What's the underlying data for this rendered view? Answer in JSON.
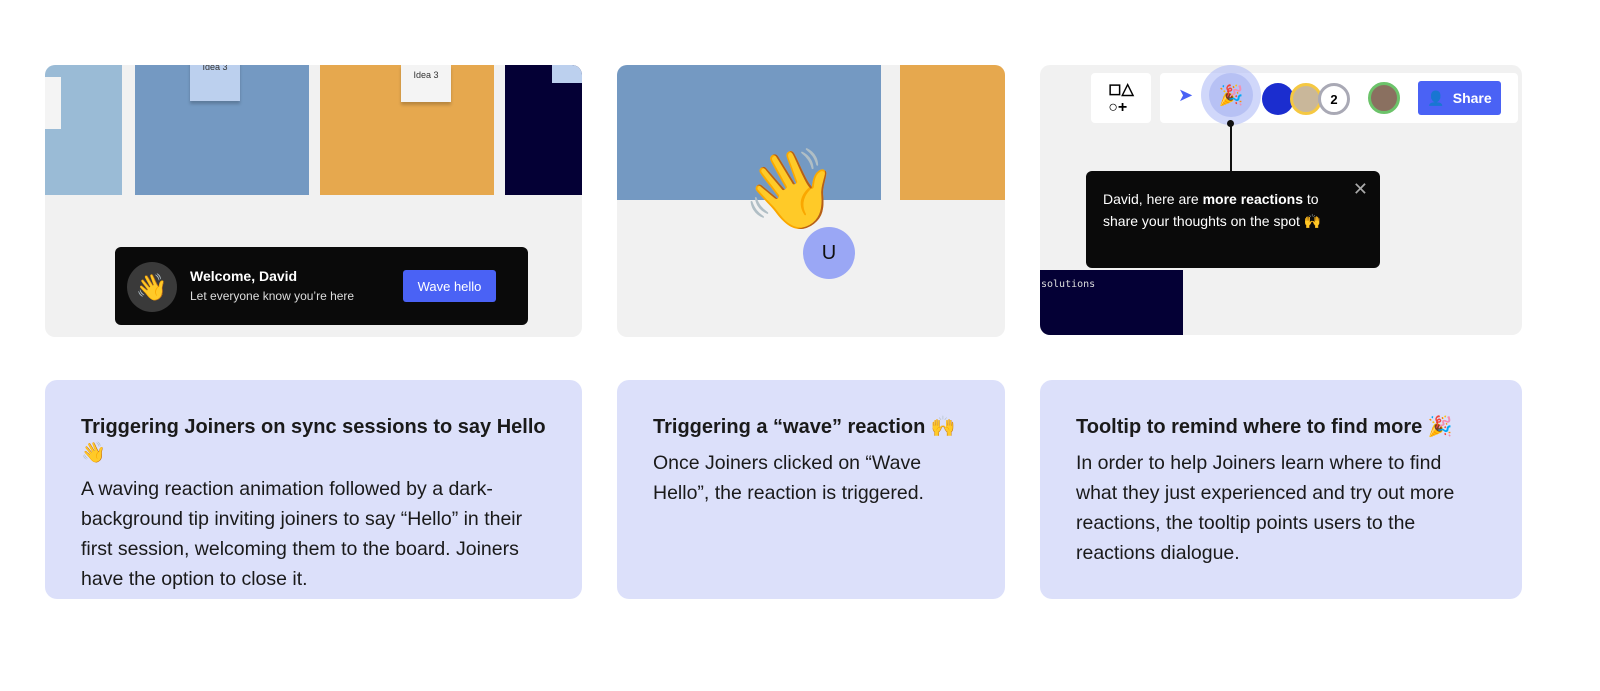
{
  "panel1": {
    "sticky_left": "Idea 3",
    "sticky_right": "Idea 3",
    "banner": {
      "title": "Welcome, David",
      "subtitle": "Let everyone know you’re here",
      "button": "Wave hello"
    }
  },
  "panel2": {
    "avatar_initial": "U"
  },
  "panel3": {
    "participant_count": "2",
    "share_label": "Share",
    "tooltip": {
      "prefix": "David, here are ",
      "bold": "more reactions",
      "suffix": " to share your thoughts on the spot 🙌"
    },
    "frame_label": "solutions"
  },
  "cards": [
    {
      "title": "Triggering Joiners on sync sessions to say Hello 👋",
      "body": "A waving reaction animation followed by a dark-background tip inviting joiners to say “Hello” in their first session, welcoming them to the board. Joiners have the option to close it."
    },
    {
      "title": "Triggering a “wave” reaction 🙌",
      "body": "Once Joiners clicked on “Wave Hello”, the reaction is triggered."
    },
    {
      "title": "Tooltip to remind where to find more 🎉",
      "body": "In order to help Joiners learn where to find what they just experienced and try out more reactions, the tooltip points users to the reactions dialogue."
    }
  ],
  "colors": {
    "accent": "#4a62f5",
    "card_bg": "#dce0fa",
    "navy": "#040035",
    "orange": "#e6a84e",
    "blue": "#7499c2"
  }
}
